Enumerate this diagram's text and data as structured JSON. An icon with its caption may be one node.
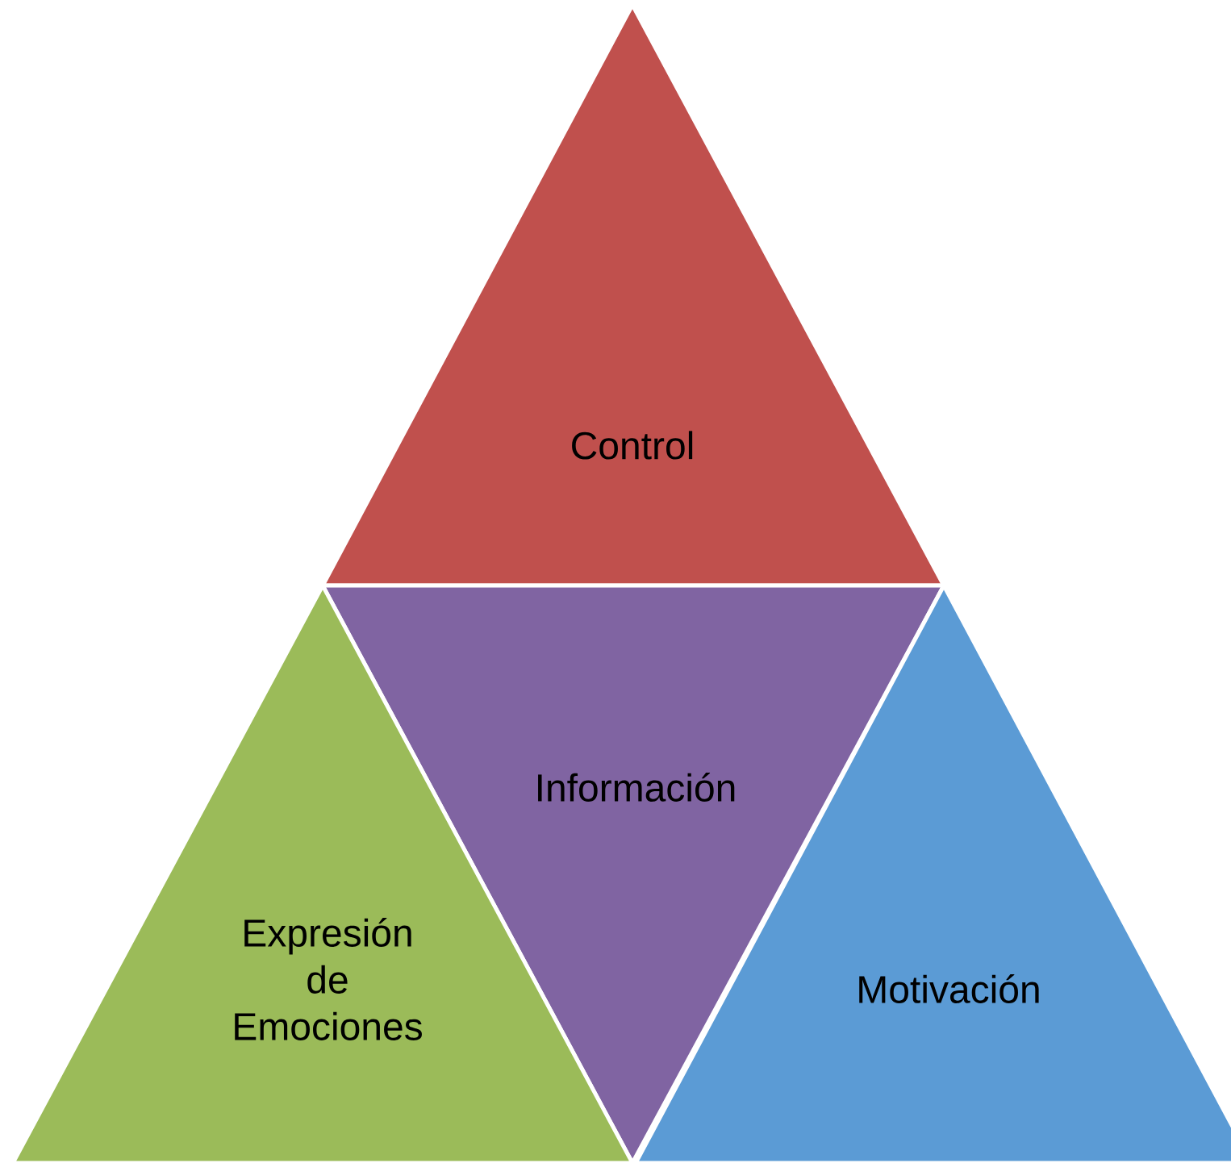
{
  "diagram": {
    "nodes": [
      {
        "text": [
          "Control"
        ]
      },
      {
        "text": [
          "Información"
        ]
      },
      {
        "text": [
          "Expresión de Emociones"
        ]
      },
      {
        "text": [
          "Motivación"
        ]
      }
    ]
  }
}
